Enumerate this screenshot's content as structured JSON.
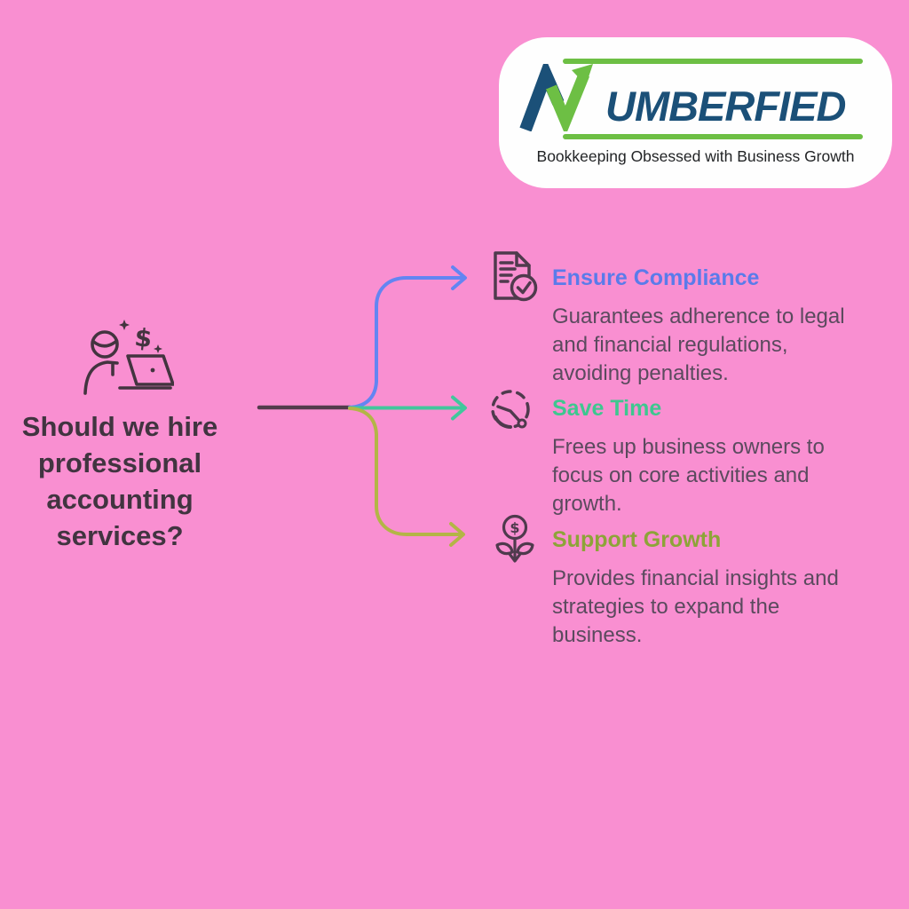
{
  "colors": {
    "background": "#f98fd1",
    "card": "#fefefe",
    "logo_navy": "#1b5078",
    "logo_green": "#6dbf44",
    "dark_stroke": "#4f3a4d",
    "body_text": "#5b4a5e",
    "question_text": "#413440",
    "branch_blue": "#5a7bea",
    "branch_teal": "#3ec78f",
    "branch_olive": "#8da438",
    "line_blue": "#6385f2",
    "line_teal": "#41c79c",
    "line_olive": "#b3b546",
    "line_trunk": "#533c4c"
  },
  "logo": {
    "brand_name": "NUMBERFIED",
    "wordmark_rest": "UMBERFIED",
    "tagline": "Bookkeeping Obsessed with Business Growth",
    "mark_icon": "growth-arrow-n-icon"
  },
  "question": {
    "icon": "person-laptop-dollar-icon",
    "text": "Should we hire\nprofessional\naccounting\nservices?"
  },
  "icons": {
    "dollar_glyph": "$"
  },
  "branches": [
    {
      "id": "compliance",
      "icon": "document-check-icon",
      "title": "Ensure Compliance",
      "description": "Guarantees adherence to legal\nand financial regulations,\navoiding penalties.",
      "color": "#5a7bea"
    },
    {
      "id": "time",
      "icon": "clock-icon",
      "title": "Save Time",
      "description": "Frees up business owners to\nfocus on core activities and\ngrowth.",
      "color": "#3ec78f"
    },
    {
      "id": "growth",
      "icon": "money-plant-icon",
      "title": "Support Growth",
      "description": "Provides financial insights and\nstrategies to expand the\nbusiness.",
      "color": "#8da438"
    }
  ]
}
